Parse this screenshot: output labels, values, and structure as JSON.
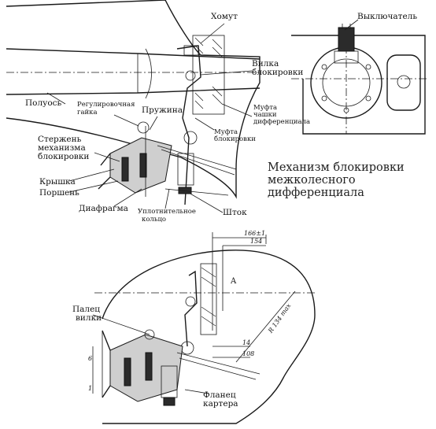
{
  "labels": {
    "khomut": "Хомут",
    "vyklyuchatel": "Выключатель",
    "vilka_line1": "Вилка",
    "vilka_line2": "блокировки",
    "poluos": "Полуось",
    "reg_line1": "Регулировочная",
    "reg_line2": "гайка",
    "pruzhina": "Пружина",
    "mufta_chashki_line1": "Муфта",
    "mufta_chashki_line2": "чашки",
    "mufta_chashki_line3": "дифференциала",
    "mufta_blok_line1": "Муфта",
    "mufta_blok_line2": "блокировки",
    "sterzhen_line1": "Стержень",
    "sterzhen_line2": "механизма",
    "sterzhen_line3": "блокировки",
    "kryshka": "Крышка",
    "porshen": "Поршень",
    "diafragma": "Диафрагма",
    "uplotn_line1": "Уплотнительное",
    "uplotn_line2": "кольцо",
    "shtok": "Шток",
    "palets_line1": "Палец",
    "palets_line2": "вилки",
    "flanets_line1": "Фланец",
    "flanets_line2": "картера"
  },
  "title": {
    "line1": "Механизм блокировки",
    "line2": "межколесного дифференциала"
  },
  "dimensions": {
    "d1": "166±1",
    "d2": "154",
    "d3": "A",
    "d4": "14",
    "d5": "108",
    "d6": "R 134 max",
    "d7": "6",
    "d8": "1"
  }
}
